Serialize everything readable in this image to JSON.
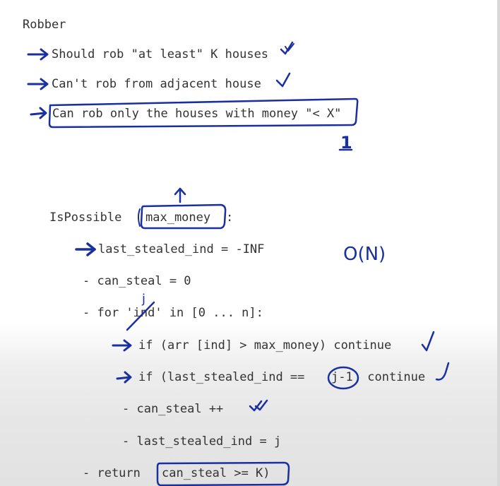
{
  "title": "Robber",
  "constraints": [
    "Should rob \"at least\" K houses",
    "Can't rob from adjacent house",
    "Can rob only the houses with money \"< X\""
  ],
  "code": {
    "signature_name": "IsPossible",
    "signature_param": "max_money",
    "signature_close": ":",
    "lines": [
      "last_stealed_ind = -INF",
      "- can_steal = 0",
      "- for 'ind' in [0 ... n]:",
      "if (arr [ind] > max_money) continue",
      "if (last_stealed_ind == ",
      "j-1",
      " continue",
      "- can_steal ++",
      "- last_stealed_ind = j",
      "- return ",
      "can_steal >= K)"
    ]
  },
  "annotations": {
    "one": "1",
    "complexity": "O(N)",
    "j_mark": "j"
  },
  "colors": {
    "ink": "#1a2fa0",
    "text": "#333333",
    "background": "#ffffff"
  }
}
